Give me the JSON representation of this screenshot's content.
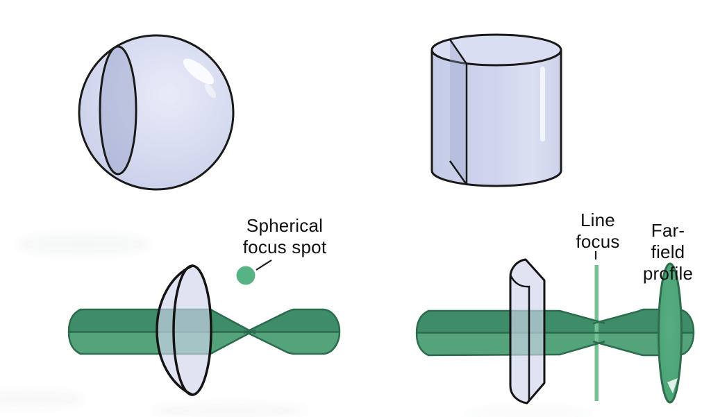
{
  "labels": {
    "spherical_focus_spot": "Spherical\nfocus spot",
    "line_focus": "Line\nfocus",
    "far_field_profile": "Far-field\nprofile"
  },
  "colors": {
    "background": "#ffffff",
    "glass_lavender": "#cfd5ec",
    "glass_shade": "#b6bddc",
    "glass_top_face": "#dadef2",
    "outline_black": "#1a1a1a",
    "beam_top_green": "#3f8d68",
    "beam_bottom_green": "#54a37a",
    "beam_edge_green": "#2b6b4e",
    "focus_spot_green": "#57b386",
    "line_focus_green": "#74c194",
    "far_field_green": "#4aa274",
    "far_field_edge": "#2f6b4f",
    "label_text": "#111111"
  }
}
